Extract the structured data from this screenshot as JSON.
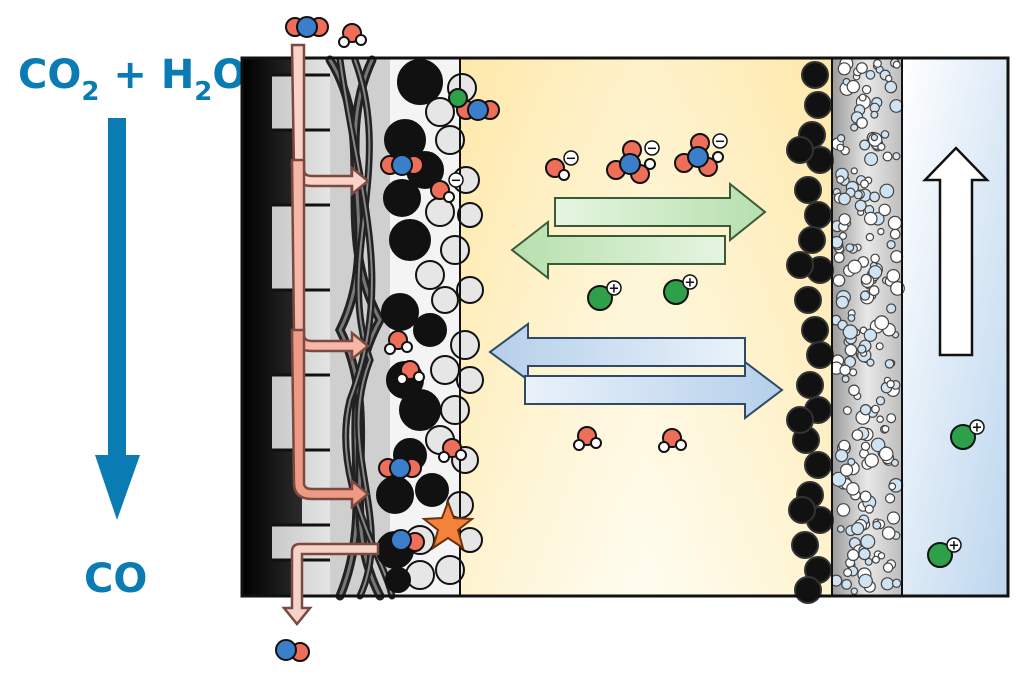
{
  "labels": {
    "reactants": {
      "co": "CO",
      "co_sub": "2",
      "plus": " + H",
      "h_sub": "2",
      "o": "O"
    },
    "product": "CO"
  },
  "ion_signs": {
    "anion": "−",
    "cation": "+"
  },
  "colors": {
    "label_blue": "#0a7bb3",
    "oxygen": "#ee6e5a",
    "carbon": "#3b7ec9",
    "hydrogen": "#ffffff",
    "carbon_particle": "#111111",
    "ionomer_particle": "#e6e6e6",
    "cation": "#2fa04a",
    "catalyst_star": "#f4823a",
    "electrolyte": "#fde8a6",
    "anode_channel": "#d4e6f5",
    "feed_arrow": "#f6b7a8",
    "anion_arrow": "#c7e9c1",
    "cation_arrow": "#c5d9ee"
  },
  "icons": [
    "co2-molecule-icon",
    "water-molecule-icon",
    "co-molecule-icon",
    "carbonate-anion-icon",
    "hydroxide-anion-icon",
    "cation-icon",
    "catalyst-star-icon"
  ]
}
